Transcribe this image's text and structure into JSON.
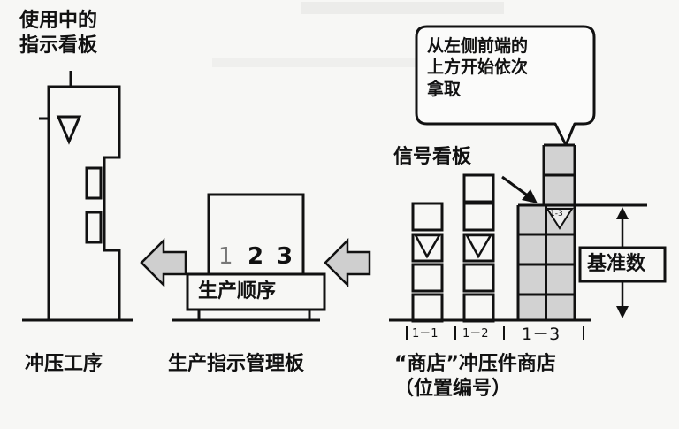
{
  "labels": {
    "press_kanban_line1": "使用中的",
    "press_kanban_line2": "指示看板",
    "bubble_line1": "从左侧前端的",
    "bubble_line2": "上方开始依次",
    "bubble_line3": "拿取",
    "signal_kanban": "信号看板",
    "sequence_number_1": "1",
    "sequence_number_2": "2",
    "sequence_number_3": "3",
    "production_order": "生产顺序",
    "reference_quantity": "基准数",
    "position_1_1": "1－1",
    "position_1_2": "1－2",
    "position_1_3": "1－3",
    "signal_card_mark": "1-3",
    "press_process": "冲压工序",
    "production_instruction_board": "生产指示管理板",
    "store_line1": "“商店”冲压件商店",
    "store_line2": "（位置编号）"
  }
}
